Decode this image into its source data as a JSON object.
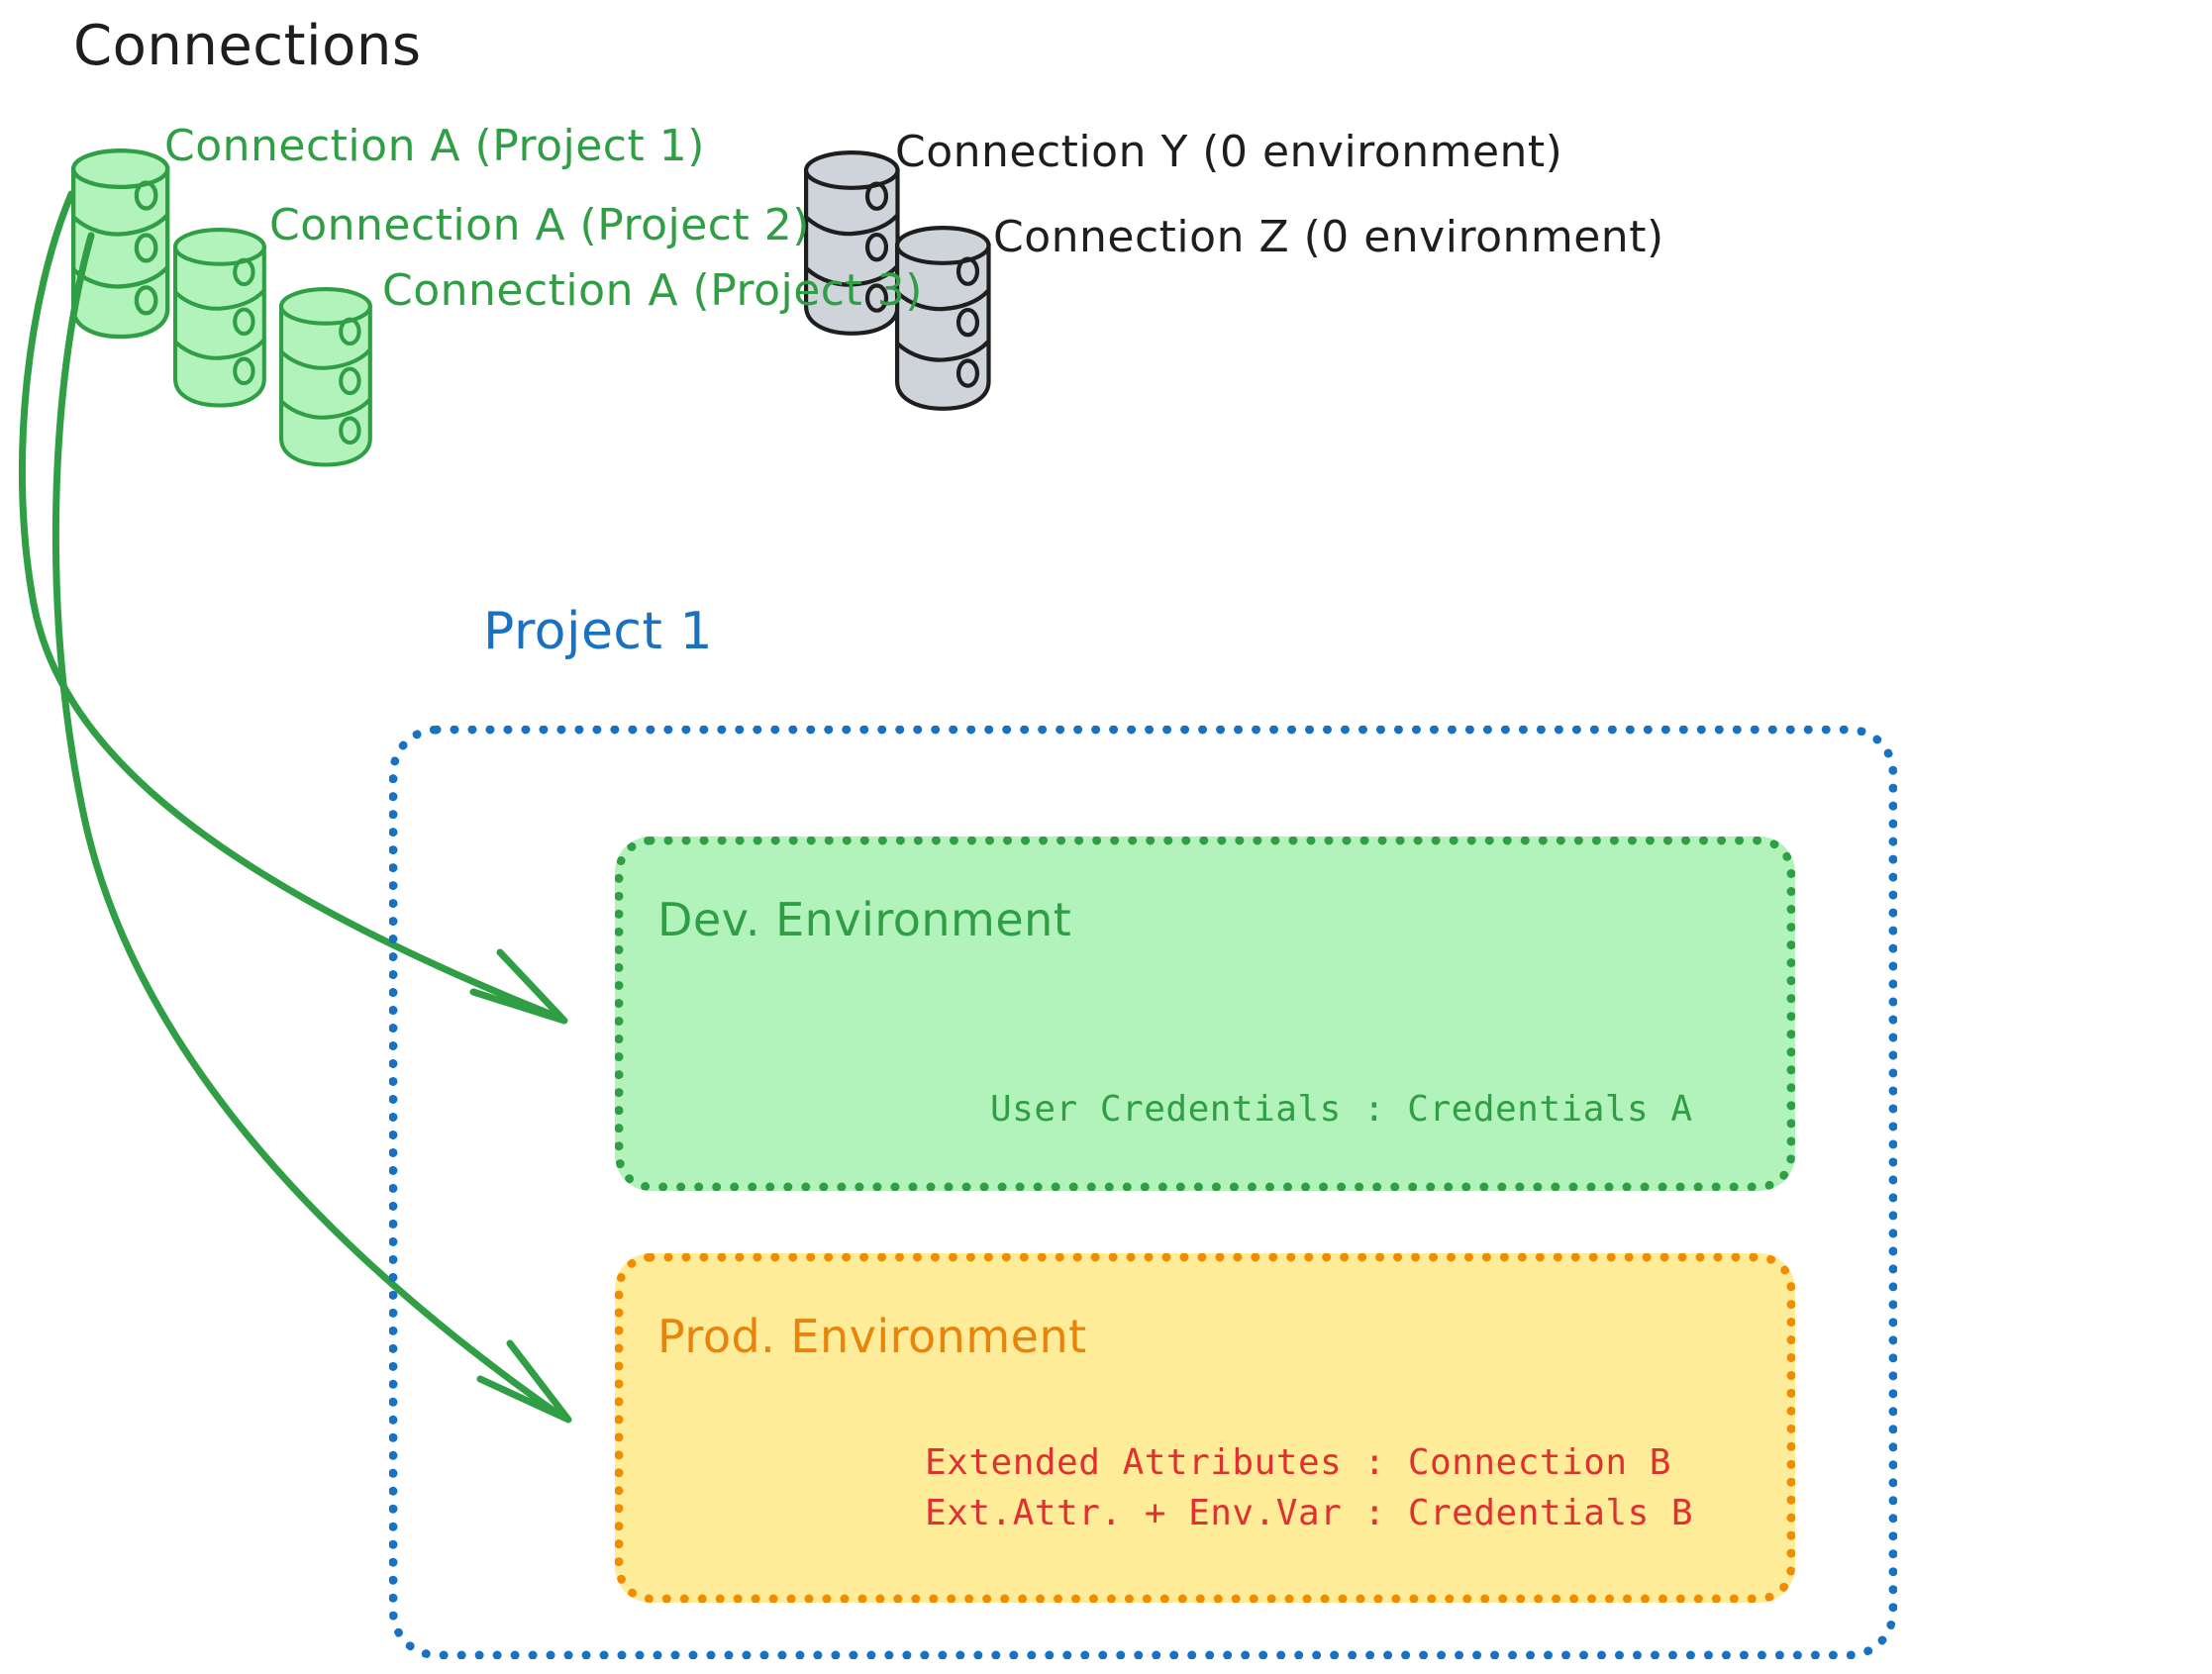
{
  "diagram": {
    "title": "Connections",
    "project_label": "Project 1",
    "colors": {
      "green_stroke": "#2f9e44",
      "green_fill": "#b2f2bb",
      "gray_stroke": "#1e1e1e",
      "gray_fill": "#ced4da",
      "blue": "#1971c2",
      "orange_stroke": "#f08c00",
      "orange_fill": "#ffec99",
      "red": "#e03131",
      "black": "#1e1e1e"
    }
  },
  "connections": {
    "green": [
      {
        "label": "Connection A (Project 1)"
      },
      {
        "label": "Connection A (Project 2)"
      },
      {
        "label": "Connection A (Project 3)"
      }
    ],
    "gray": [
      {
        "label": "Connection Y (0 environment)"
      },
      {
        "label": "Connection Z (0 environment)"
      }
    ]
  },
  "environments": [
    {
      "name": "Dev. Environment",
      "lines": [
        "User Credentials : Credentials A"
      ]
    },
    {
      "name": "Prod. Environment",
      "lines": [
        "Extended Attributes : Connection B",
        "Ext.Attr. + Env.Var : Credentials B"
      ]
    }
  ]
}
